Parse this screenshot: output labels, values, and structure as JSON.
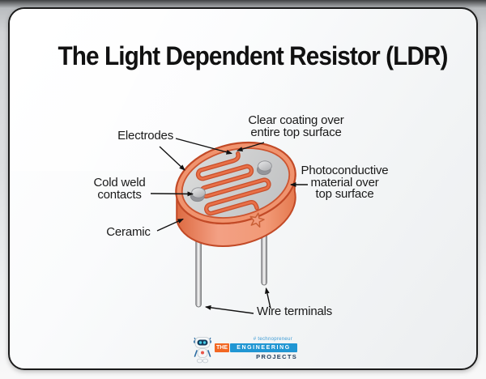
{
  "title": "The Light Dependent Resistor (LDR)",
  "labels": {
    "electrodes": "Electrodes",
    "clear_coating": [
      "Clear coating over",
      "entire top surface"
    ],
    "cold_weld": [
      "Cold weld",
      "contacts"
    ],
    "photoconductive": [
      "Photoconductive",
      "material over",
      "top surface"
    ],
    "ceramic": "Ceramic",
    "wire_terminals": "Wire terminals"
  },
  "logo": {
    "icon": "robot-mascot-icon",
    "tagline": "# technopreneur",
    "word_the": "THE",
    "word_engineering": "ENGINEERING",
    "word_projects": "PROJECTS"
  },
  "colors": {
    "ceramic_body": "#ef8d64",
    "ceramic_outline": "#c24a27",
    "photoconductive_trace": "#e4673a",
    "top_surface_gray": "#cbcccc",
    "logo_orange": "#f26722",
    "logo_blue": "#2196d3",
    "tagline_blue": "#3d9bd5",
    "projects_navy": "#25405e"
  }
}
